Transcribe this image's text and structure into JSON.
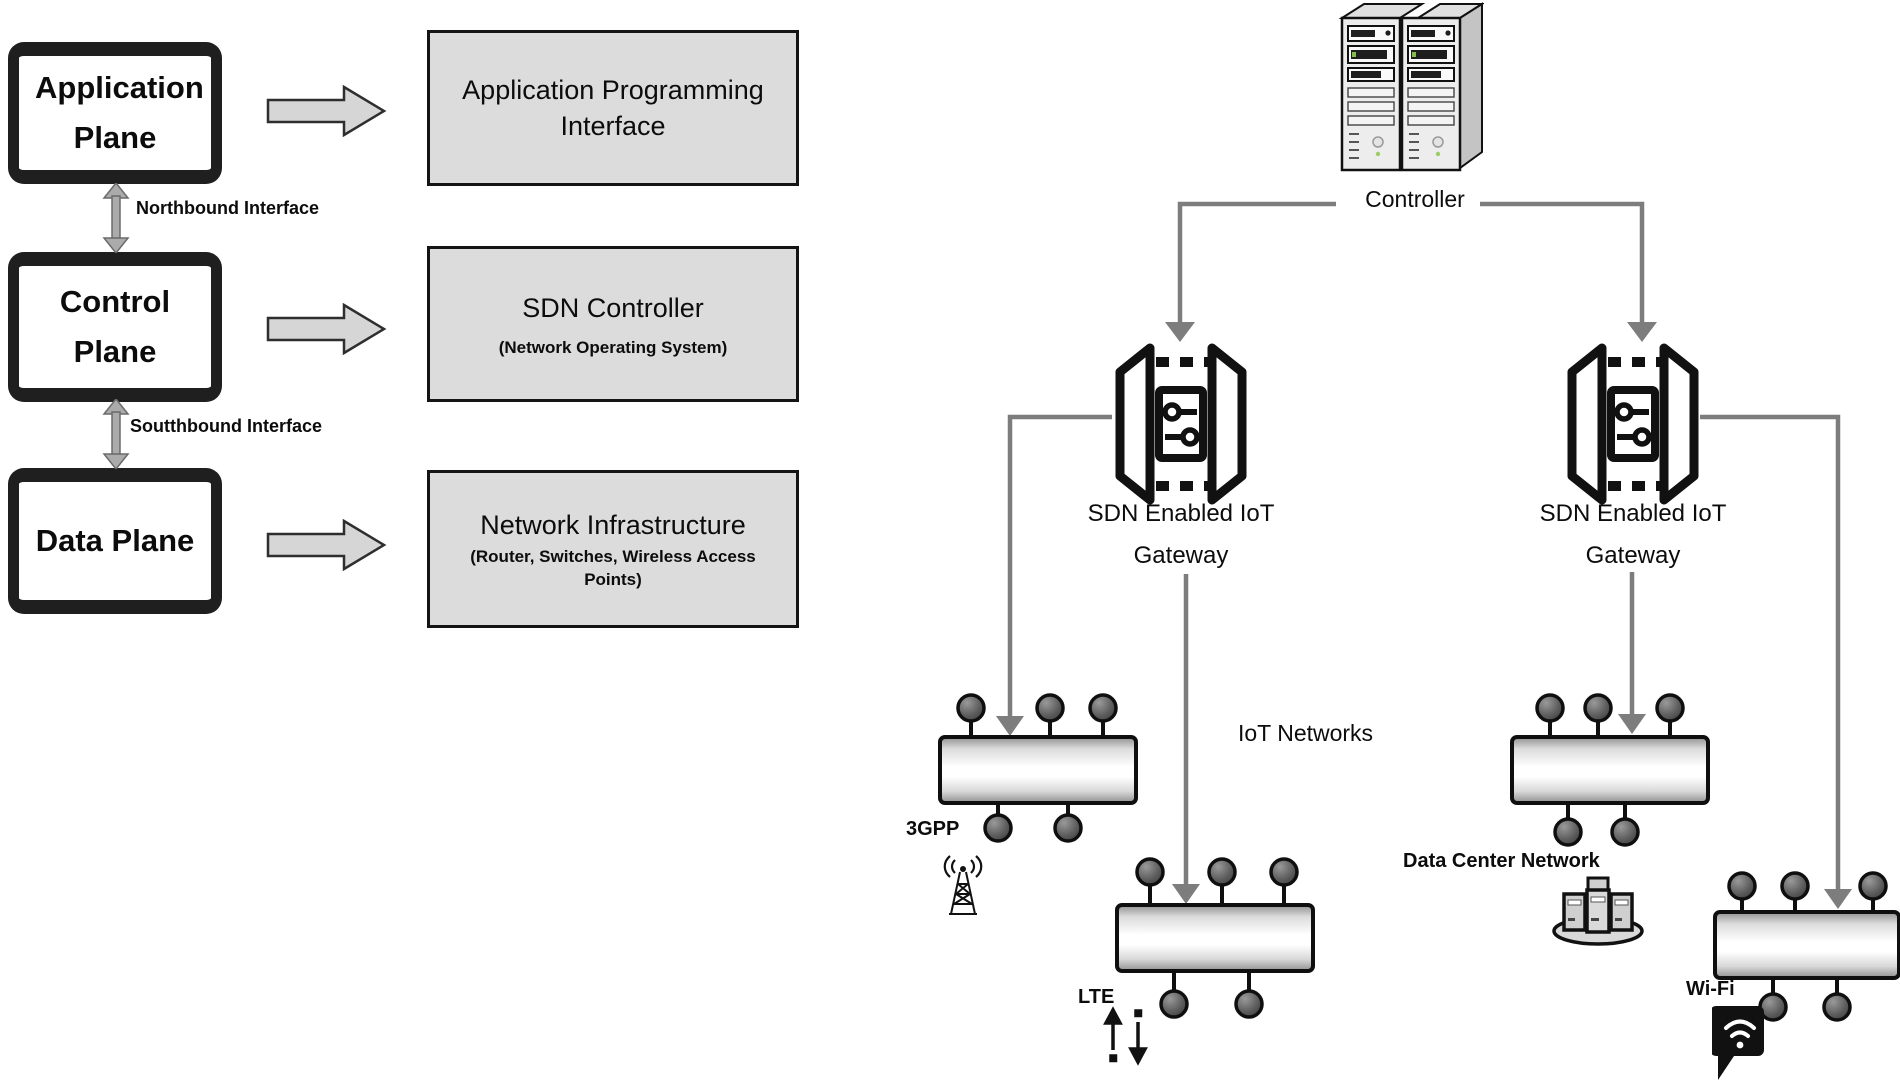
{
  "left_panel": {
    "planes": [
      {
        "label": "Application Plane"
      },
      {
        "label": "Control Plane"
      },
      {
        "label": "Data Plane"
      }
    ],
    "interfaces": [
      {
        "label": "Northbound Interface"
      },
      {
        "label": "Soutthbound Interface"
      }
    ],
    "descriptions": [
      {
        "title": "Application Programming Interface",
        "subtitle": ""
      },
      {
        "title": "SDN Controller",
        "subtitle": "(Network Operating System)"
      },
      {
        "title": "Network Infrastructure",
        "subtitle": "(Router, Switches, Wireless Access Points)"
      }
    ]
  },
  "topology": {
    "controller": {
      "label": "Controller",
      "icon": "server-rack-icon"
    },
    "gateways": [
      {
        "line1": "SDN Enabled IoT",
        "line2": "Gateway",
        "icon": "sdn-gateway-icon"
      },
      {
        "line1": "SDN Enabled IoT",
        "line2": "Gateway",
        "icon": "sdn-gateway-icon"
      }
    ],
    "networks_label": "IoT Networks",
    "networks": [
      {
        "label": "3GPP",
        "icon": "radio-tower-icon"
      },
      {
        "label": "LTE",
        "icon": "uplink-downlink-arrows-icon"
      },
      {
        "label": "Data Center Network",
        "icon": "server-cluster-icon"
      },
      {
        "label": "Wi-Fi",
        "icon": "wifi-bubble-icon"
      }
    ]
  },
  "colors": {
    "description_box_fill": "#dcdcdc",
    "frame_black": "#1f1f1f",
    "connector_gray": "#7d7d7d",
    "block_arrow_fill": "#d6d6d6",
    "switch_node_dark": "#4f4f4f"
  }
}
